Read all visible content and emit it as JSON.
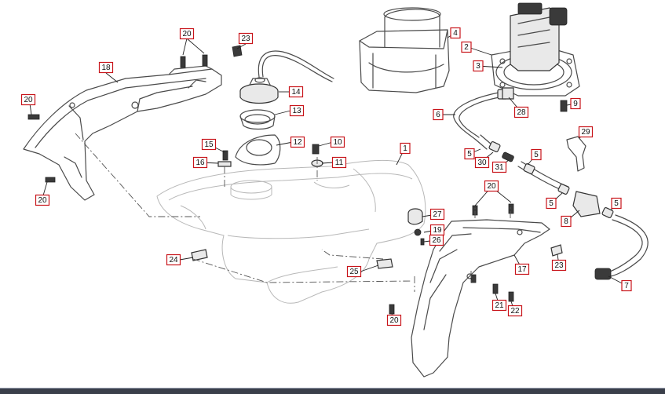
{
  "callouts": [
    {
      "id": "c1",
      "text": "1"
    },
    {
      "id": "c2",
      "text": "2"
    },
    {
      "id": "c3",
      "text": "3"
    },
    {
      "id": "c4",
      "text": "4"
    },
    {
      "id": "c5a",
      "text": "5"
    },
    {
      "id": "c5b",
      "text": "5"
    },
    {
      "id": "c5c",
      "text": "5"
    },
    {
      "id": "c5d",
      "text": "5"
    },
    {
      "id": "c6",
      "text": "6"
    },
    {
      "id": "c7",
      "text": "7"
    },
    {
      "id": "c8",
      "text": "8"
    },
    {
      "id": "c9",
      "text": "9"
    },
    {
      "id": "c10",
      "text": "10"
    },
    {
      "id": "c11",
      "text": "11"
    },
    {
      "id": "c12",
      "text": "12"
    },
    {
      "id": "c13",
      "text": "13"
    },
    {
      "id": "c14",
      "text": "14"
    },
    {
      "id": "c15",
      "text": "15"
    },
    {
      "id": "c16",
      "text": "16"
    },
    {
      "id": "c17",
      "text": "17"
    },
    {
      "id": "c18",
      "text": "18"
    },
    {
      "id": "c19",
      "text": "19"
    },
    {
      "id": "c20a",
      "text": "20"
    },
    {
      "id": "c20b",
      "text": "20"
    },
    {
      "id": "c20c",
      "text": "20"
    },
    {
      "id": "c20d",
      "text": "20"
    },
    {
      "id": "c20e",
      "text": "20"
    },
    {
      "id": "c21",
      "text": "21"
    },
    {
      "id": "c22",
      "text": "22"
    },
    {
      "id": "c23a",
      "text": "23"
    },
    {
      "id": "c23b",
      "text": "23"
    },
    {
      "id": "c24",
      "text": "24"
    },
    {
      "id": "c25",
      "text": "25"
    },
    {
      "id": "c26",
      "text": "26"
    },
    {
      "id": "c27",
      "text": "27"
    },
    {
      "id": "c28",
      "text": "28"
    },
    {
      "id": "c29",
      "text": "29"
    },
    {
      "id": "c30",
      "text": "30"
    },
    {
      "id": "c31",
      "text": "31"
    }
  ],
  "colors": {
    "callout_border": "#c8141a",
    "line": "#4a4a4a",
    "footer": "#3a3f4a"
  }
}
